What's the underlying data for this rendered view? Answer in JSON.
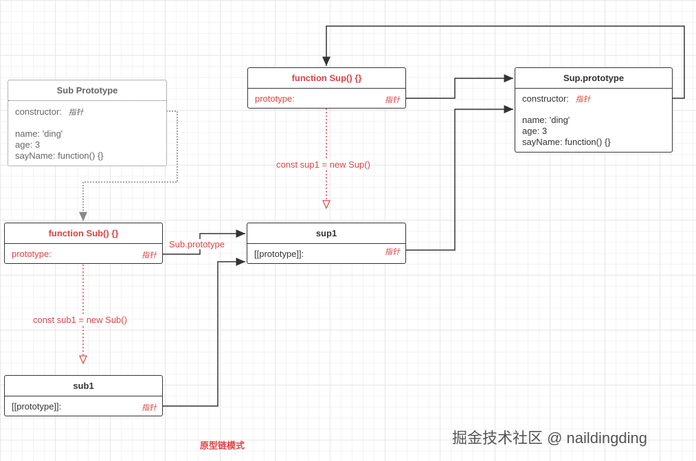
{
  "sub_prototype": {
    "title": "Sub Prototype",
    "constructor_label": "constructor:",
    "constructor_ptr": "指针",
    "props": [
      "name: 'ding'",
      "age: 3",
      "sayName: function() {}"
    ]
  },
  "sub_fn": {
    "title": "function Sub() {}",
    "prop_label": "prototype:",
    "ptr": "指针"
  },
  "sub1": {
    "title": "sub1",
    "prop_label": "[[prototype]]:",
    "ptr": "指针"
  },
  "sup_fn": {
    "title": "function Sup() {}",
    "prop_label": "prototype:",
    "ptr": "指针"
  },
  "sup1": {
    "title": "sup1",
    "prop_label": "[[prototype]]:",
    "ptr": "指针"
  },
  "sup_prototype": {
    "title": "Sup.prototype",
    "constructor_label": "constructor:",
    "constructor_ptr": "指针",
    "props": [
      "name: 'ding'",
      "age: 3",
      "sayName: function() {}"
    ]
  },
  "edge_labels": {
    "new_sup": "const sup1 = new Sup()",
    "new_sub": "const sub1 = new Sub()",
    "sub_prototype_assign": "Sub.prototype"
  },
  "caption": "原型链模式",
  "watermark": "掘金技术社区 @ naildingding"
}
